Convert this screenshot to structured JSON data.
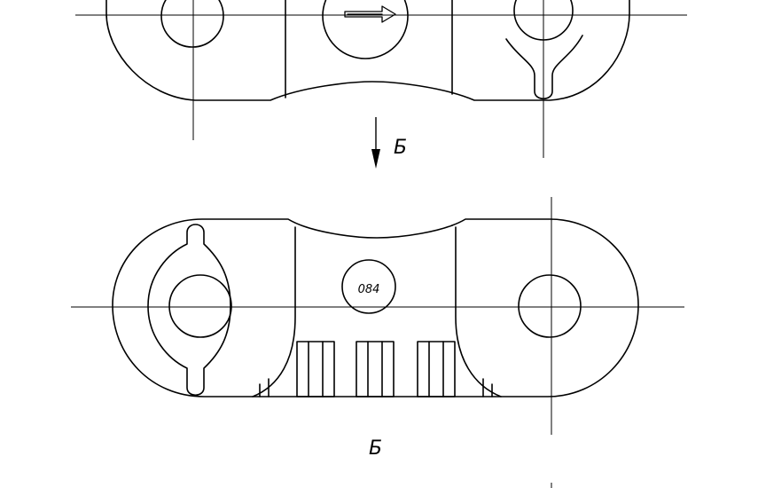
{
  "view_label_arrow": "Б",
  "view_label_title": "Б",
  "part_marking": "084",
  "colors": {
    "line": "#000000",
    "background": "#ffffff"
  },
  "icons": [
    "flow-direction-arrow-icon",
    "view-direction-arrow-icon"
  ]
}
